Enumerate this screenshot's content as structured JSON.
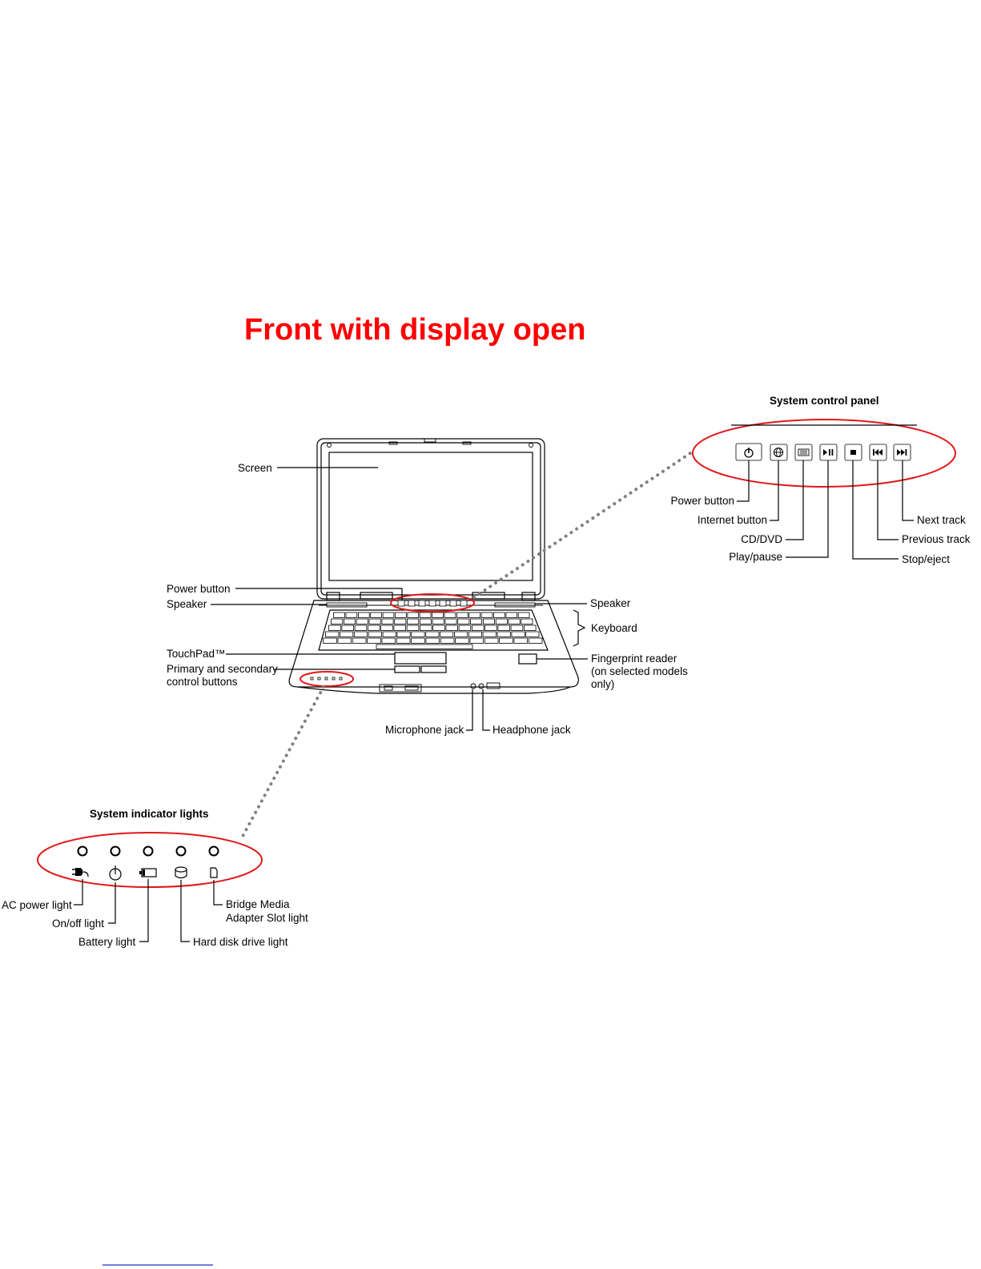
{
  "title": "Front with display open",
  "colors": {
    "title": "#ff0000",
    "callout": "#e01818",
    "dotted": "#808080",
    "line": "#000000"
  },
  "control_panel": {
    "heading": "System control panel",
    "buttons": [
      {
        "id": "power",
        "icon": "power-icon"
      },
      {
        "id": "internet",
        "icon": "internet-icon"
      },
      {
        "id": "cddvd",
        "icon": "cd-dvd-icon"
      },
      {
        "id": "playpause",
        "icon": "play-pause-icon"
      },
      {
        "id": "stop",
        "icon": "stop-icon"
      },
      {
        "id": "prev",
        "icon": "previous-track-icon"
      },
      {
        "id": "next",
        "icon": "next-track-icon"
      }
    ],
    "labels": {
      "power": "Power button",
      "internet": "Internet button",
      "cddvd": "CD/DVD",
      "playpause": "Play/pause",
      "stop": "Stop/eject",
      "prev": "Previous track",
      "next": "Next track"
    }
  },
  "laptop_labels": {
    "screen": "Screen",
    "power": "Power button",
    "speaker_left": "Speaker",
    "speaker_right": "Speaker",
    "keyboard": "Keyboard",
    "touchpad": "TouchPad™",
    "control_buttons_1": "Primary and secondary",
    "control_buttons_2": "control buttons",
    "fingerprint_1": "Fingerprint reader",
    "fingerprint_2": "(on selected models",
    "fingerprint_3": "only)",
    "microphone": "Microphone jack",
    "headphone": "Headphone jack"
  },
  "indicator_panel": {
    "heading": "System indicator lights",
    "lights": [
      {
        "id": "ac",
        "icon": "ac-plug-icon"
      },
      {
        "id": "onoff",
        "icon": "power-icon"
      },
      {
        "id": "battery",
        "icon": "battery-icon"
      },
      {
        "id": "hdd",
        "icon": "hard-disk-icon"
      },
      {
        "id": "media",
        "icon": "memory-card-icon"
      }
    ],
    "labels": {
      "ac": "AC power light",
      "onoff": "On/off light",
      "battery": "Battery light",
      "hdd": "Hard disk drive light",
      "media_1": "Bridge Media",
      "media_2": "Adapter Slot light"
    }
  }
}
